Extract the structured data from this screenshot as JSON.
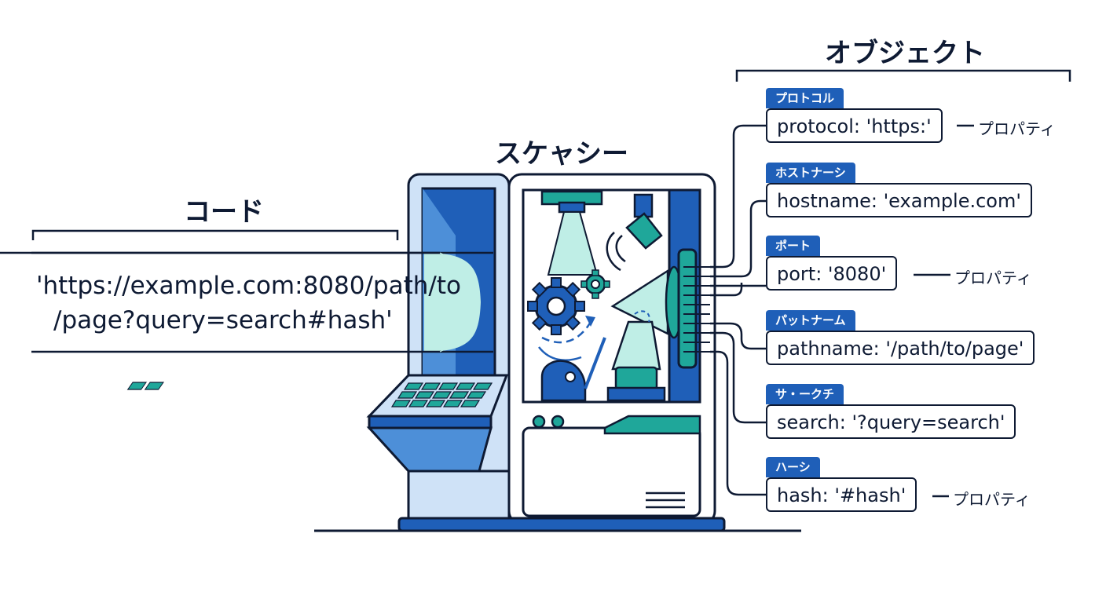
{
  "headings": {
    "code": "コード",
    "machine": "スケャシー",
    "object": "オブジェクト"
  },
  "code": {
    "line1": "'https://example.com:8080/path/to",
    "line2": "/page?query=search#hash'"
  },
  "properties": [
    {
      "tag": "プロトコル",
      "text": "protocol: 'https:'",
      "side_label": "プロパティ"
    },
    {
      "tag": "ホストナーシ",
      "text": "hostname: 'example.com'",
      "side_label": ""
    },
    {
      "tag": "ポート",
      "text": "port: '8080'",
      "side_label": "プロパティ"
    },
    {
      "tag": "パットナーム",
      "text": "pathname: '/path/to/page'",
      "side_label": ""
    },
    {
      "tag": "サ・ークチ",
      "text": "search: '?query=search'",
      "side_label": ""
    },
    {
      "tag": "ハーシ",
      "text": "hash: '#hash'",
      "side_label": "プロパティ"
    }
  ],
  "colors": {
    "navy": "#0e1a33",
    "blue": "#1f5fb8",
    "light_blue": "#cfe2f7",
    "teal": "#1fa79a",
    "mint": "#bfeee6"
  },
  "icons": [
    "gear-icon",
    "keypad-icon",
    "camera-icon",
    "robot-arm-icon",
    "projector-icon"
  ]
}
